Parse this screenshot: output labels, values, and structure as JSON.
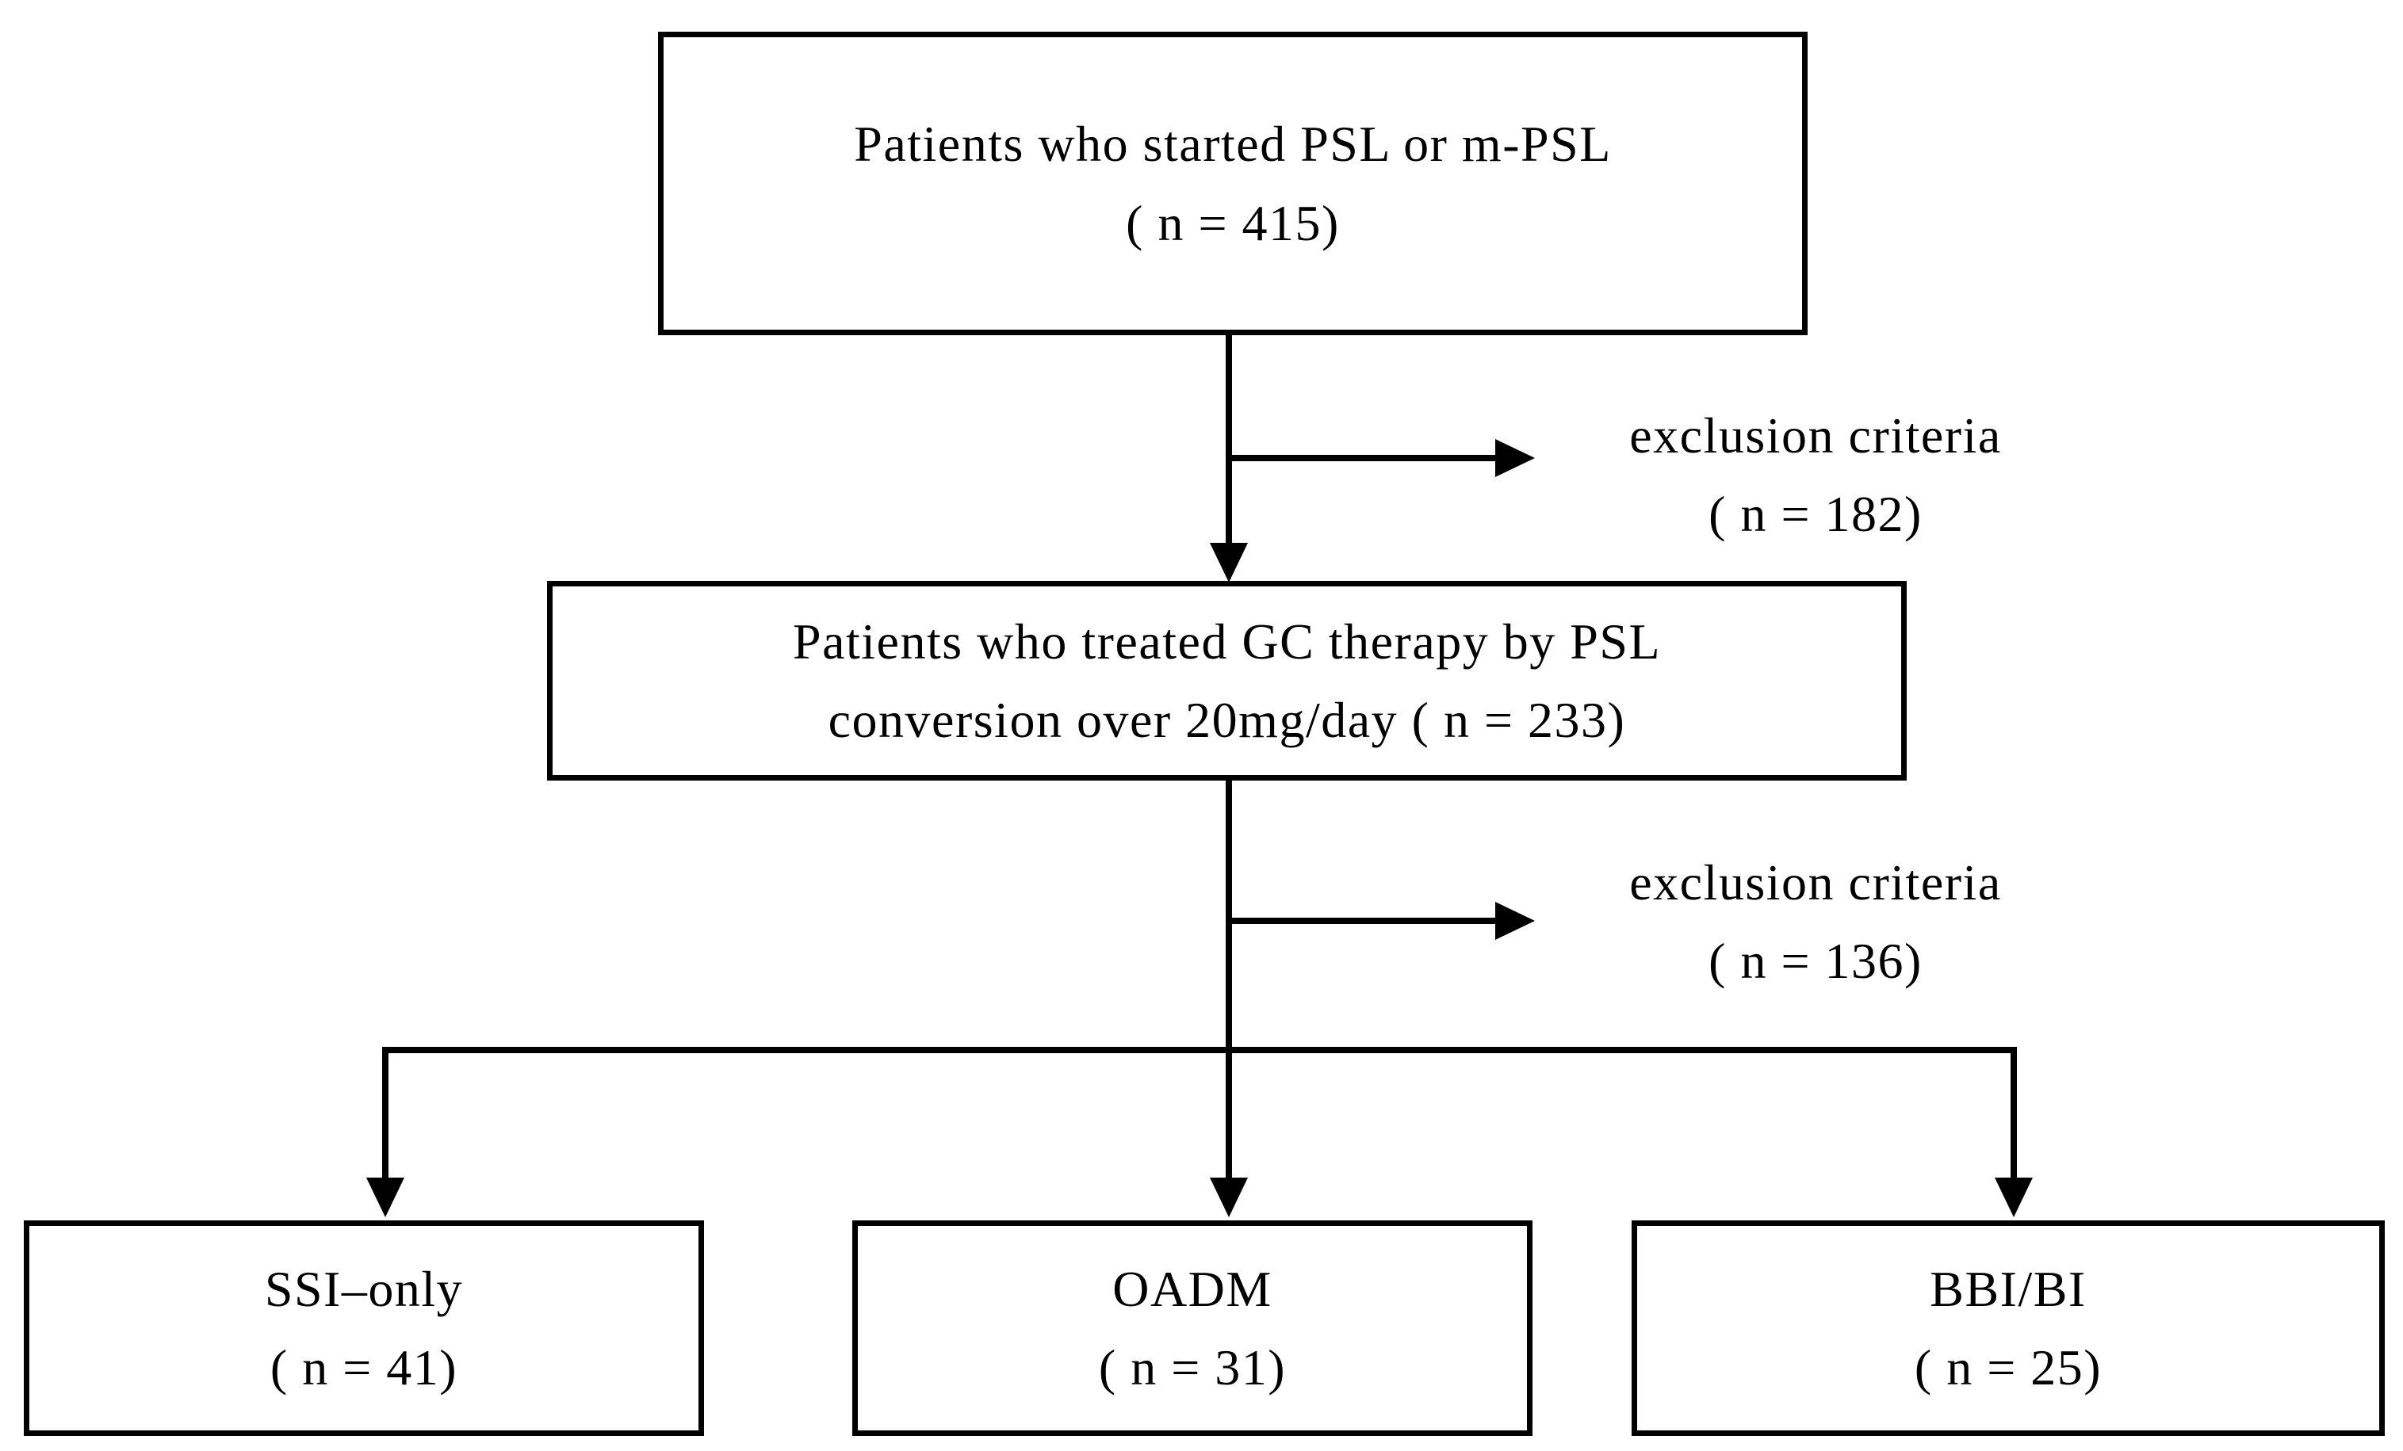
{
  "figure": {
    "type": "flowchart",
    "background_color": "#ffffff",
    "line_color": "#000000",
    "text_color": "#000000"
  },
  "nodes": {
    "started": {
      "lines": [
        "Patients who started PSL or m-PSL",
        "( n = 415)"
      ]
    },
    "gc_therapy": {
      "lines": [
        "Patients who treated GC therapy by PSL",
        "conversion over 20mg/day ( n = 233)"
      ]
    },
    "ssi_only": {
      "lines": [
        "SSI–only",
        "( n = 41)"
      ]
    },
    "oadm": {
      "lines": [
        "OADM",
        "( n = 31)"
      ]
    },
    "bbi_bi": {
      "lines": [
        "BBI/BI",
        "( n = 25)"
      ]
    }
  },
  "annotations": {
    "exclusion_1": {
      "lines": [
        "exclusion criteria",
        "( n = 182)"
      ]
    },
    "exclusion_2": {
      "lines": [
        "exclusion criteria",
        "( n = 136)"
      ]
    }
  }
}
